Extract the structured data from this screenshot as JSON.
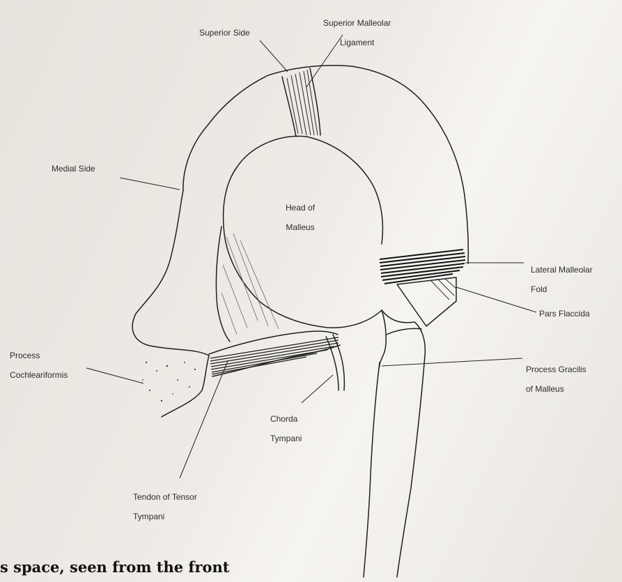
{
  "labels": {
    "superior_side": "Superior Side",
    "superior_malleolar_ligament": [
      "Superior Malleolar",
      "Ligament"
    ],
    "medial_side": "Medial Side",
    "head_of_malleus": [
      "Head of",
      "Malleus"
    ],
    "lateral_malleolar_fold": [
      "Lateral Malleolar",
      "Fold"
    ],
    "pars_flaccida": "Pars Flaccida",
    "process_cochleariformis": [
      "Process",
      "Cochleariformis"
    ],
    "process_gracilis": [
      "Process Gracilis",
      "of Malleus"
    ],
    "chorda_tympani": [
      "Chorda",
      "Tympani"
    ],
    "tendon_tensor_tympani": [
      "Tendon of Tensor",
      "Tympani"
    ]
  },
  "caption": "s space, seen from the front"
}
